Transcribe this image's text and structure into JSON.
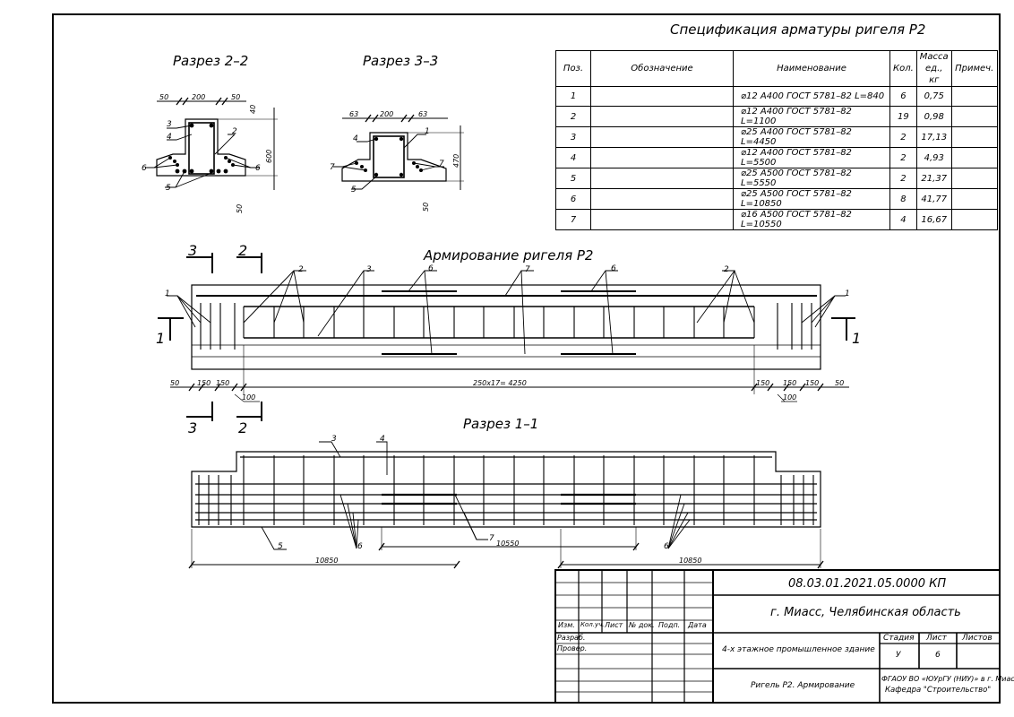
{
  "spec": {
    "title": "Спецификация арматуры ригеля Р2",
    "headers": [
      "Поз.",
      "Обозначение",
      "Наименование",
      "Кол.",
      "Масса ед., кг",
      "Примеч."
    ],
    "rows": [
      {
        "pos": "1",
        "name": "⌀12  А400  ГОСТ 5781–82   L=840",
        "qty": "6",
        "mass": "0,75"
      },
      {
        "pos": "2",
        "name": "⌀12  А400  ГОСТ 5781–82   L=1100",
        "qty": "19",
        "mass": "0,98"
      },
      {
        "pos": "3",
        "name": "⌀25  А400  ГОСТ 5781–82   L=4450",
        "qty": "2",
        "mass": "17,13"
      },
      {
        "pos": "4",
        "name": "⌀12  А400  ГОСТ 5781–82   L=5500",
        "qty": "2",
        "mass": "4,93"
      },
      {
        "pos": "5",
        "name": "⌀25  А500  ГОСТ 5781–82   L=5550",
        "qty": "2",
        "mass": "21,37"
      },
      {
        "pos": "6",
        "name": "⌀25  А500  ГОСТ 5781–82   L=10850",
        "qty": "8",
        "mass": "41,77"
      },
      {
        "pos": "7",
        "name": "⌀16  А500  ГОСТ 5781–82   L=10550",
        "qty": "4",
        "mass": "16,67"
      }
    ]
  },
  "section22": {
    "title": "Разрез 2–2",
    "dims": [
      "50",
      "200",
      "50",
      "40",
      "600",
      "50"
    ],
    "marks": [
      "3",
      "4",
      "2",
      "6",
      "6",
      "5"
    ]
  },
  "section33": {
    "title": "Разрез 3–3",
    "dims": [
      "63",
      "200",
      "63",
      "470",
      "50"
    ],
    "marks": [
      "4",
      "1",
      "7",
      "7",
      "5"
    ]
  },
  "elevation": {
    "title": "Армирование ригеля Р2",
    "cut_marks": [
      "3",
      "2",
      "3",
      "2",
      "1",
      "1"
    ],
    "pos_marks": [
      "2",
      "3",
      "6",
      "7",
      "6",
      "2",
      "1",
      "1"
    ],
    "dims": [
      "50",
      "150",
      "150",
      "100",
      "250х17= 4250",
      "150",
      "150",
      "150",
      "50",
      "100"
    ]
  },
  "section11": {
    "title": "Разрез 1–1",
    "marks": [
      "3",
      "4",
      "5",
      "6",
      "7",
      "6"
    ],
    "dims": [
      "10850",
      "10550",
      "10850"
    ]
  },
  "stamp": {
    "code": "08.03.01.2021.05.0000 КП",
    "location": "г. Миасс, Челябинская область",
    "header_cells": [
      "Изм.",
      "Кол.уч.",
      "Лист",
      "№ док.",
      "Подп.",
      "Дата"
    ],
    "role1": "Разраб.",
    "role2": "Провер.",
    "building": "4-х этажное промышленное здание",
    "stage_label": "Стадия",
    "sheet_label": "Лист",
    "sheets_label": "Листов",
    "stage": "У",
    "sheet": "6",
    "drawing_title": "Ригель Р2. Армирование",
    "org_line1": "ФГАОУ ВО «ЮУрГУ (НИУ)» в г. Миасс",
    "org_line2": "Кафедра \"Строительство\""
  }
}
